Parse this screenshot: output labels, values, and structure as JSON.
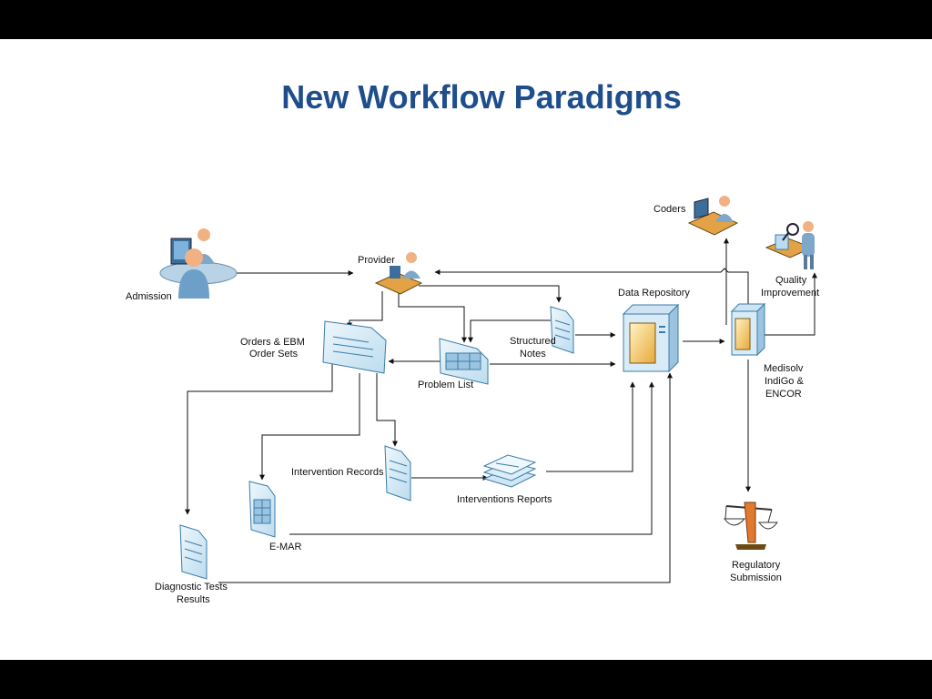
{
  "title": "New Workflow Paradigms",
  "labels": {
    "admission": "Admission",
    "provider": "Provider",
    "coders": "Coders",
    "quality_1": "Quality",
    "quality_2": "Improvement",
    "data_repository": "Data Repository",
    "orders_1": "Orders & EBM",
    "orders_2": "Order Sets",
    "structured_1": "Structured",
    "structured_2": "Notes",
    "problem_list": "Problem List",
    "medisolv_1": "Medisolv",
    "medisolv_2": "IndiGo &",
    "medisolv_3": "ENCOR",
    "intervention_records": "Intervention Records",
    "interventions_reports": "Interventions Reports",
    "emar": "E-MAR",
    "diagnostic_1": "Diagnostic Tests",
    "diagnostic_2": "Results",
    "regulatory_1": "Regulatory",
    "regulatory_2": "Submission"
  },
  "icons": {
    "admission": "person-at-computer-icon",
    "provider": "person-at-desk-icon",
    "coders": "person-at-desk-icon",
    "quality": "person-with-magnifier-icon",
    "data_repository": "server-icon",
    "medisolv": "server-icon",
    "regulatory": "scales-icon"
  },
  "colors": {
    "title": "#1f4e8c",
    "doc_fill": "#dbeef8",
    "doc_stroke": "#3a7ca8",
    "line": "#111111"
  }
}
